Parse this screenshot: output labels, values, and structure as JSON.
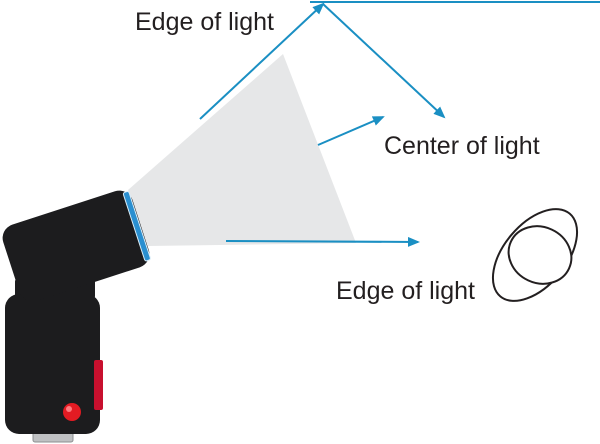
{
  "diagram": {
    "labels": {
      "edge_top": "Edge of light",
      "center": "Center of light",
      "edge_bottom": "Edge of light"
    },
    "icons": {
      "flash_unit": "flash-unit-icon",
      "subject": "subject-head-icon"
    },
    "colors": {
      "light_cone": "#e6e7e8",
      "arrow": "#1a8fc3",
      "flash_body": "#1c1c1e",
      "flash_window": "#2a8fd0",
      "flash_button": "#e31b23",
      "flash_side_strip": "#c8102e",
      "flash_foot": "#bfc1c3",
      "text": "#231f20"
    }
  }
}
